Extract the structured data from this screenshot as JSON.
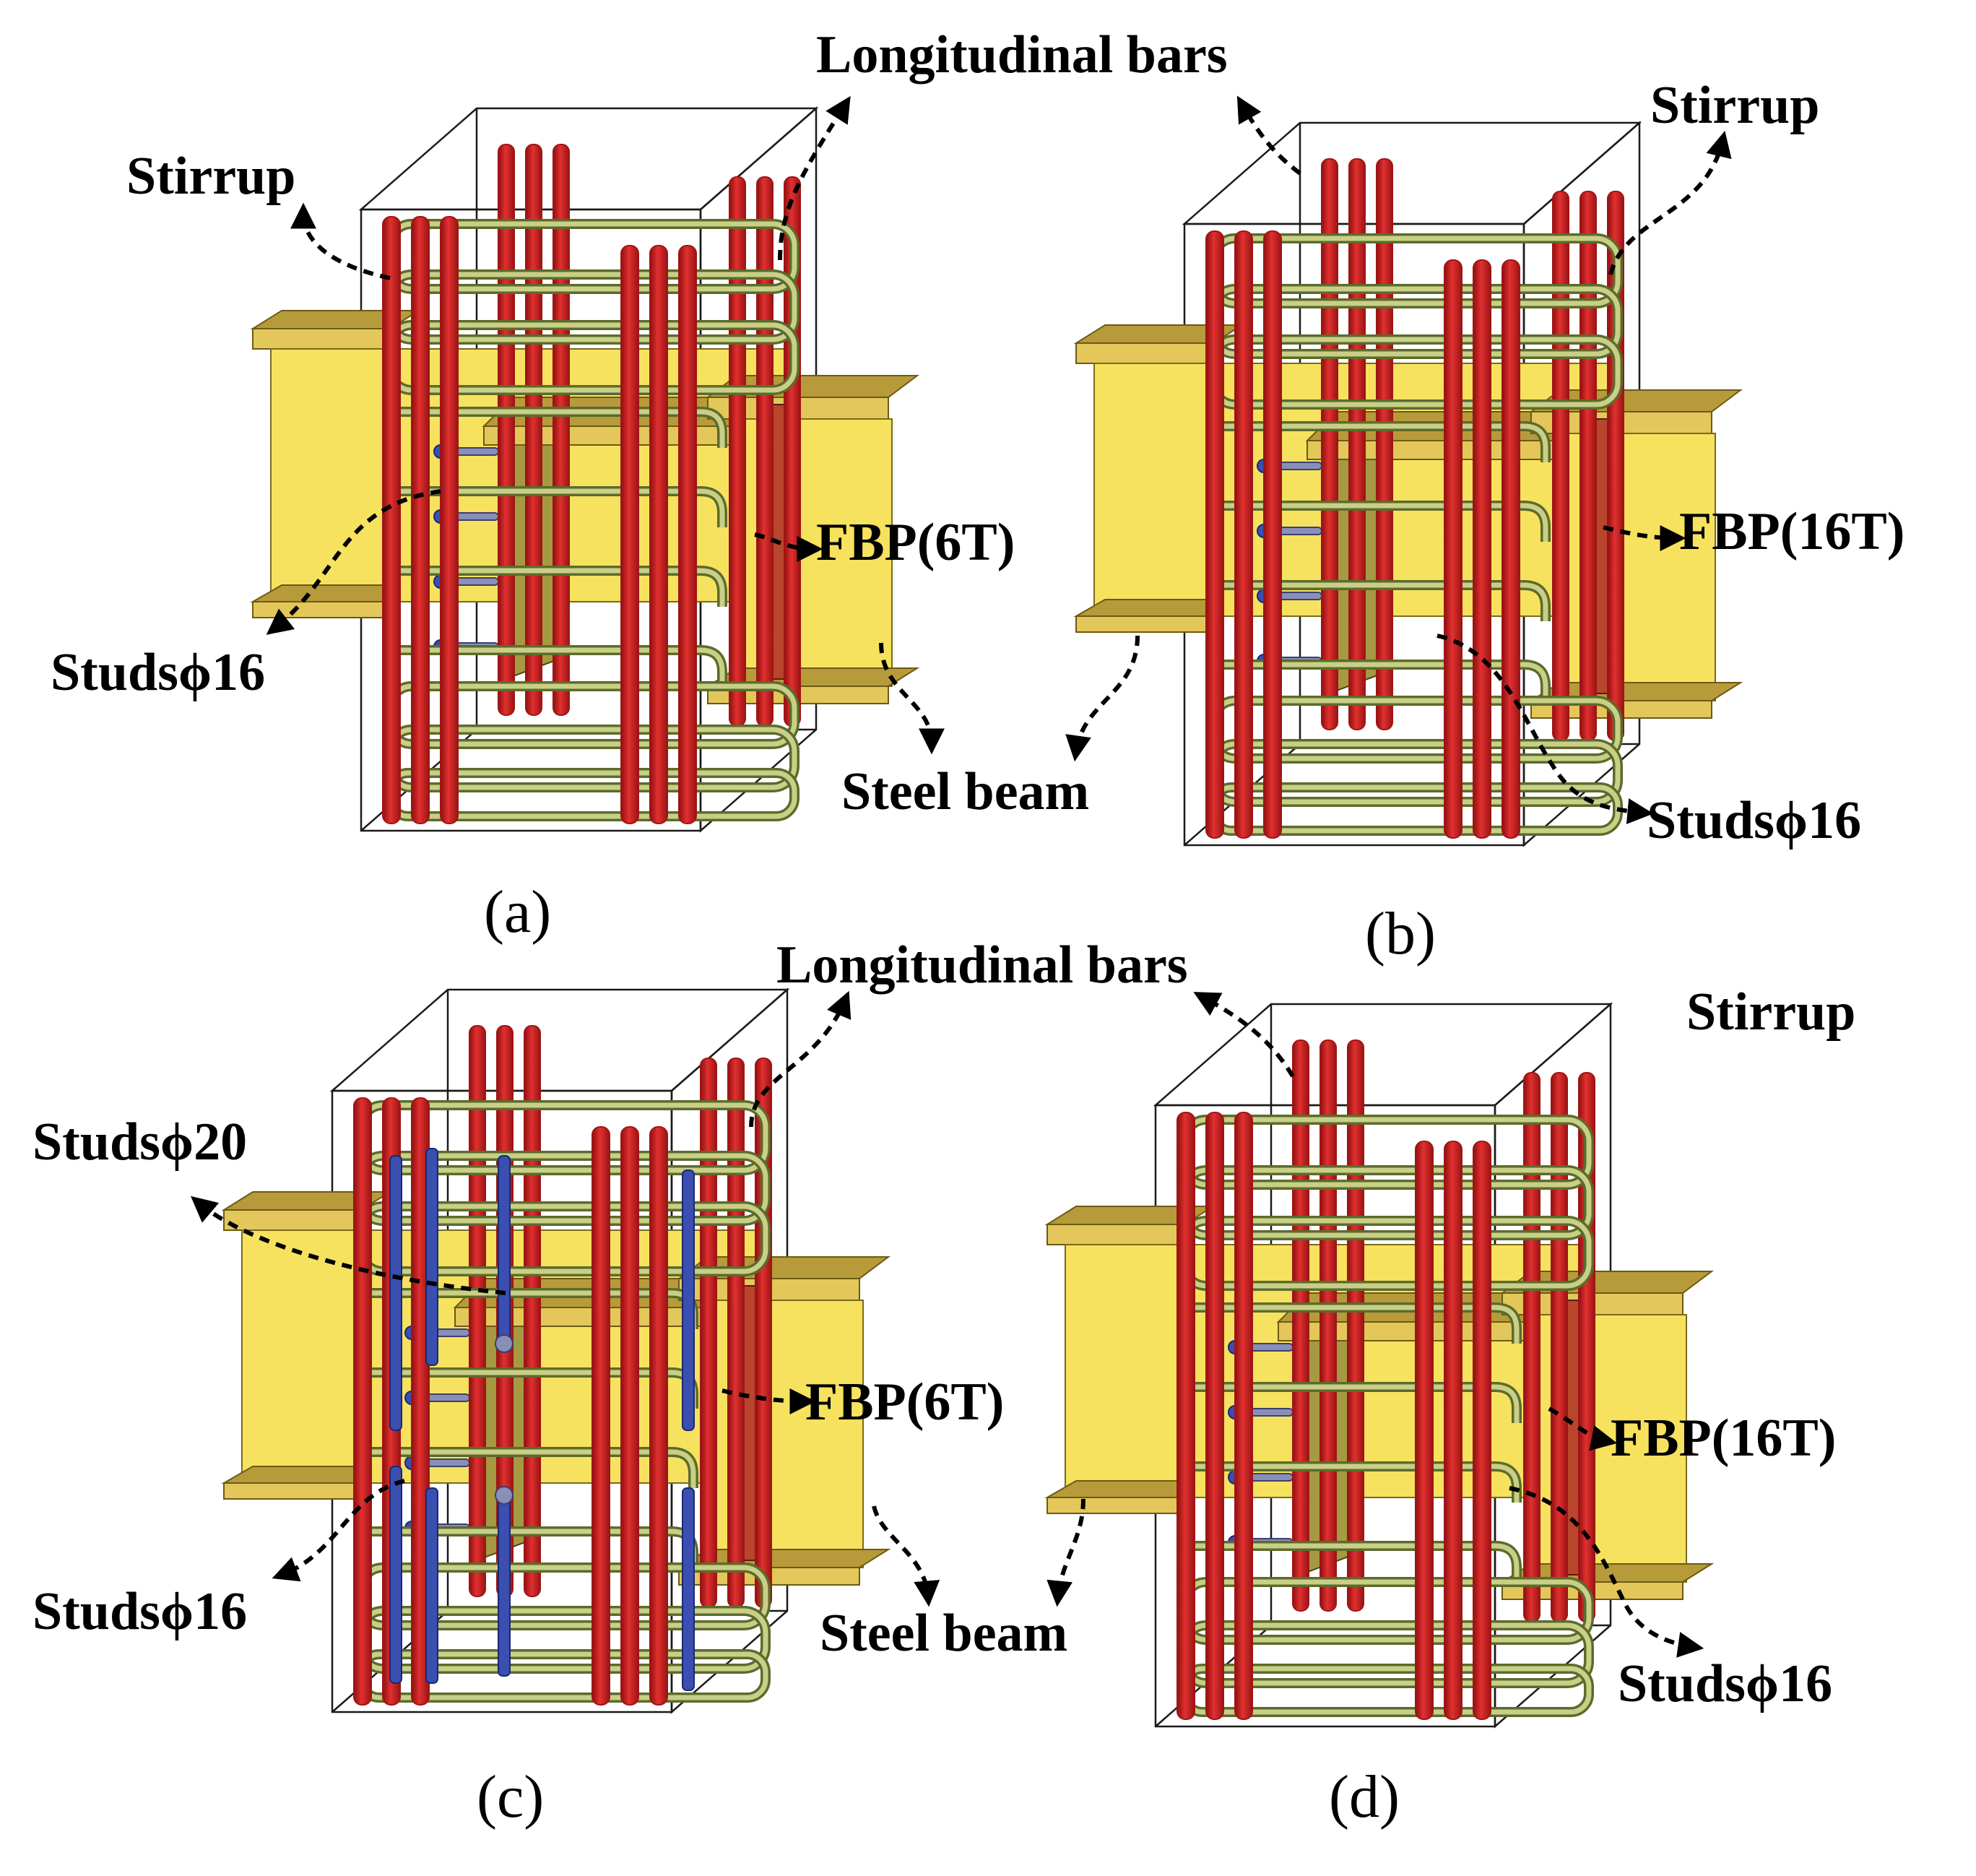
{
  "panels": [
    {
      "id": "a",
      "caption": "(a)",
      "labels": {
        "longitudinal": "Longitudinal bars",
        "stirrup": "Stirrup",
        "fbp": "FBP(6T)",
        "studs": "Studsϕ16",
        "beam": "Steel beam"
      }
    },
    {
      "id": "b",
      "caption": "(b)",
      "labels": {
        "stirrup": "Stirrup",
        "fbp": "FBP(16T)",
        "studs": "Studsϕ16"
      }
    },
    {
      "id": "c",
      "caption": "(c)",
      "labels": {
        "longitudinal": "Longitudinal bars",
        "studs20": "Studsϕ20",
        "fbp": "FBP(6T)",
        "studs": "Studsϕ16",
        "beam": "Steel beam"
      }
    },
    {
      "id": "d",
      "caption": "(d)",
      "labels": {
        "stirrup": "Stirrup",
        "fbp": "FBP(16T)",
        "studs": "Studsϕ16"
      }
    }
  ],
  "colors": {
    "longitudinal_bar": "#d42222",
    "stirrup": "#8f9a4a",
    "steel_beam": "#f6e25e",
    "fbp_plate": "#b8452c",
    "stud_phi20": "#3a4fb0"
  }
}
